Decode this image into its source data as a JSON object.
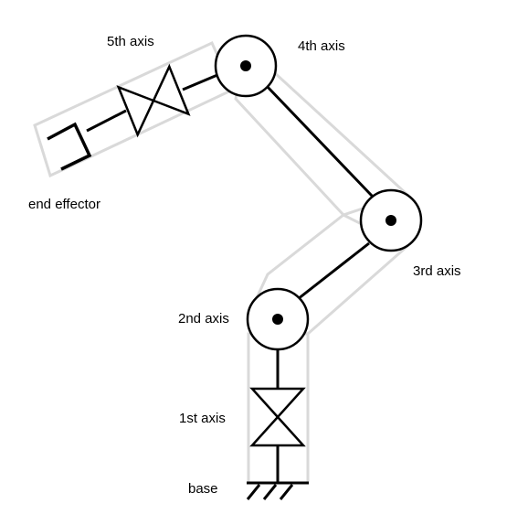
{
  "labels": {
    "fifth_axis": "5th axis",
    "fourth_axis": "4th axis",
    "third_axis": "3rd axis",
    "second_axis": "2nd axis",
    "first_axis": "1st axis",
    "end_effector": "end effector",
    "base": "base"
  },
  "colors": {
    "link_outline": "#d9d9d9",
    "line": "#000000",
    "background": "#ffffff"
  }
}
